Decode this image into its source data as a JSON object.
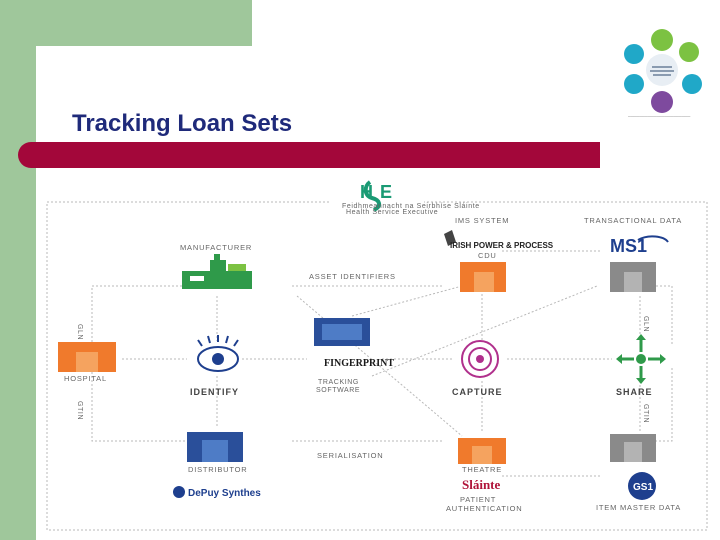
{
  "slide": {
    "title": "Tracking Loan Sets"
  },
  "diagram": {
    "hse_org_text_1": "Feidhmeannacht na Seirbhíse Sláinte",
    "hse_org_text_2": "Health Service Executive",
    "ims_system": "IMS SYSTEM",
    "transactional_data": "TRANSACTIONAL DATA",
    "manufacturer": "MANUFACTURER",
    "asset_identifiers": "ASSET IDENTIFIERS",
    "irish_power_logo": "IRISH POWER & PROCESS",
    "cdu": "CDU",
    "ms1_logo": "MS1",
    "hospital": "HOSPITAL",
    "identify": "IDENTIFY",
    "fingerprint_logo": "FINGERPRINT",
    "tracking_software_1": "TRACKING",
    "tracking_software_2": "SOFTWARE",
    "capture": "CAPTURE",
    "share": "SHARE",
    "distributor": "DISTRIBUTOR",
    "serialisation": "SERIALISATION",
    "theatre": "THEATRE",
    "slainte_logo": "Sláinte",
    "patient_auth_1": "PATIENT",
    "patient_auth_2": "AUTHENTICATION",
    "item_master_data": "ITEM MASTER DATA",
    "depuy_logo": "DePuy Synthes",
    "gs1_logo": "GS1",
    "gln_left_top": "GLN",
    "gtin_left_bottom": "GTIN",
    "gln_right_top": "GLN",
    "gtin_right_bottom": "GTIN"
  },
  "colors": {
    "accent_red": "#a3073a",
    "title_blue": "#1f2a7a",
    "side_green": "#9fc79b",
    "building_orange": "#f07a2c",
    "building_blue": "#2a4f9a",
    "building_green": "#2f9a4a"
  }
}
